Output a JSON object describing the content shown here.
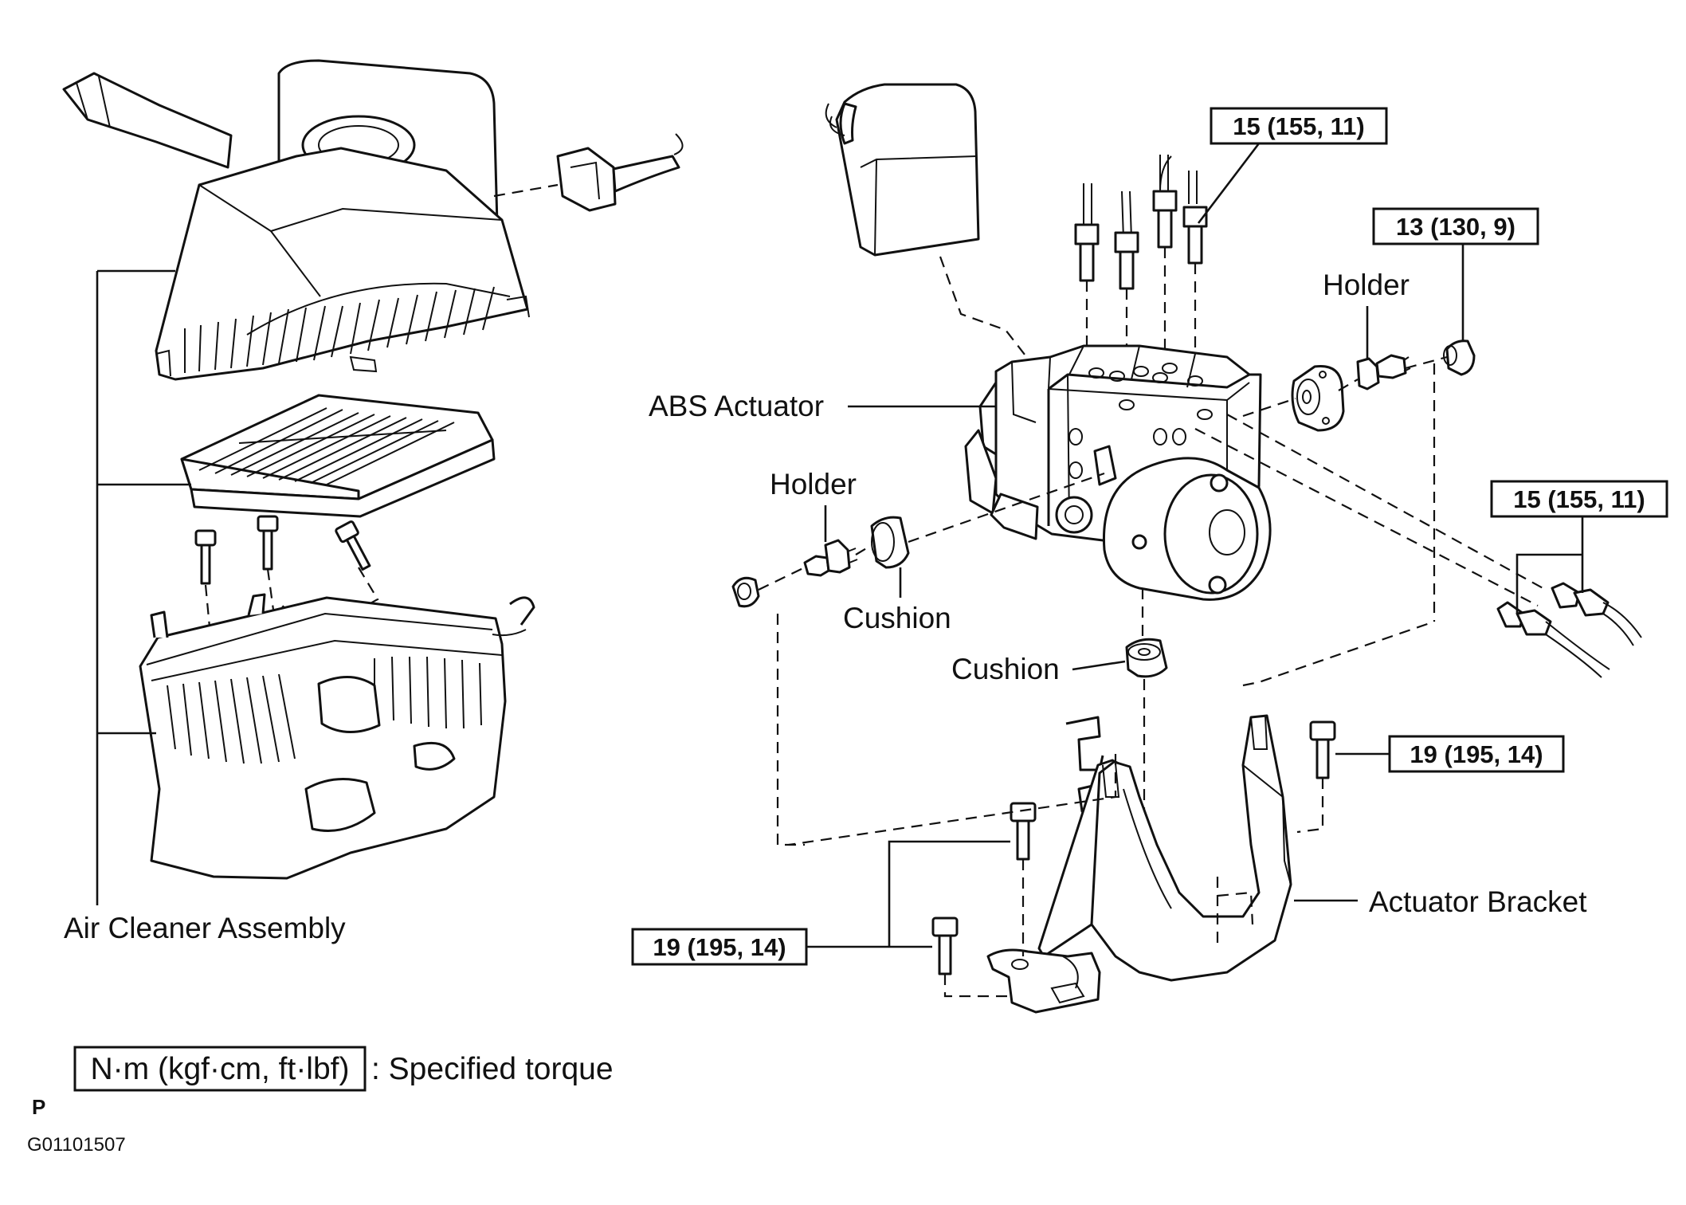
{
  "labels": {
    "air_cleaner": "Air Cleaner Assembly",
    "abs_actuator": "ABS Actuator",
    "holder_right": "Holder",
    "holder_left": "Holder",
    "cushion_left": "Cushion",
    "cushion_center": "Cushion",
    "actuator_bracket": "Actuator Bracket"
  },
  "torque": {
    "top": "15 (155, 11)",
    "holder": "13 (130, 9)",
    "right": "15 (155, 11)",
    "bracket_right": "19 (195, 14)",
    "bracket_left": "19 (195, 14)"
  },
  "legend": {
    "unit": "N·m (kgf·cm, ft·lbf)",
    "text": ": Specified torque"
  },
  "corner_mark": "P",
  "figure_code": "G01101507"
}
